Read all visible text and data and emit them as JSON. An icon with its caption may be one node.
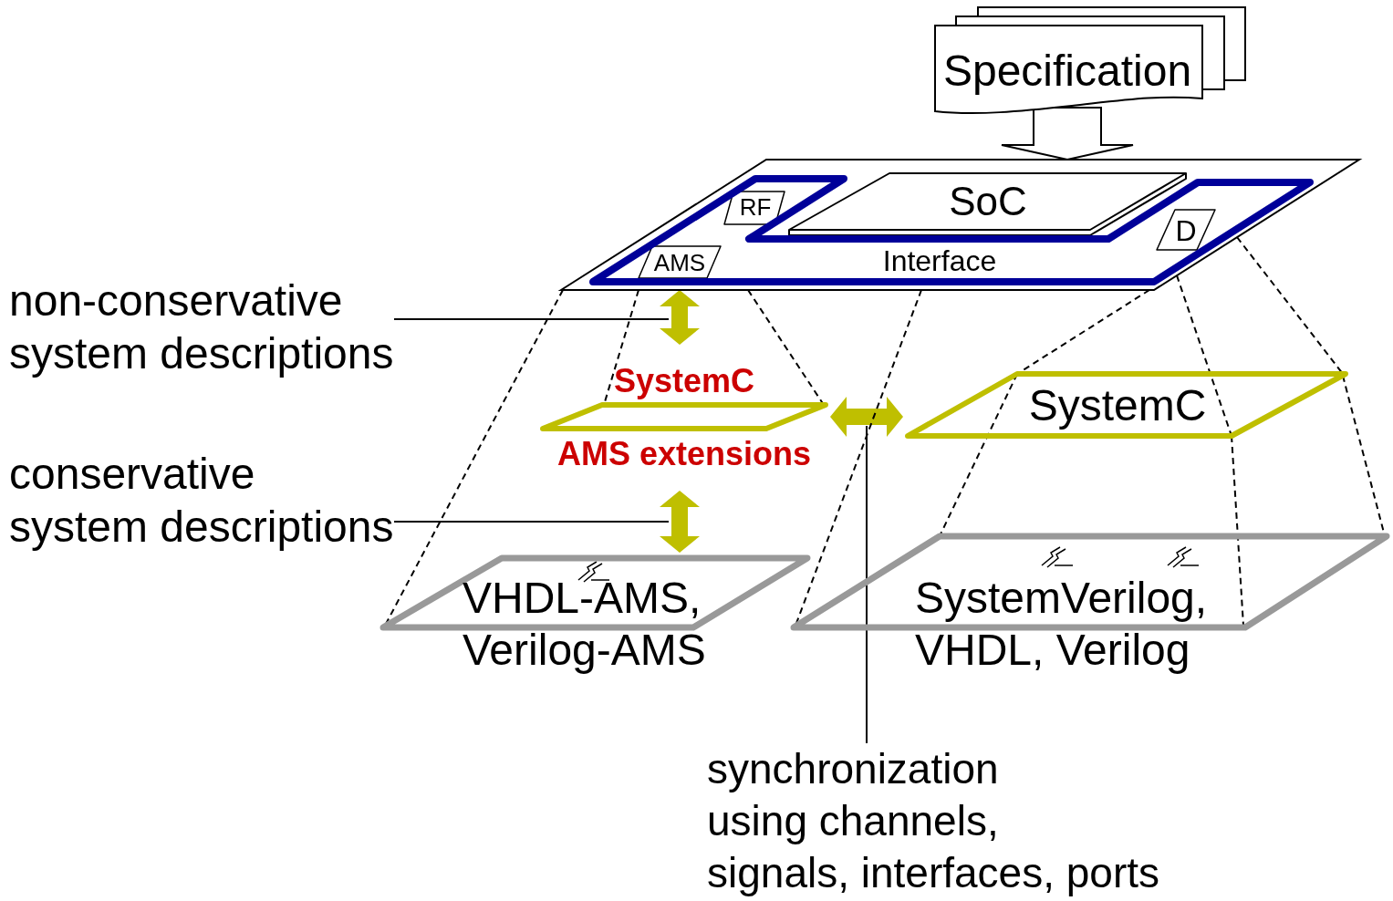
{
  "diagram": {
    "nodes": [
      {
        "text": [
          "Specification"
        ]
      },
      {
        "text": [],
        "shape": "parallelogram"
      },
      {
        "text": [
          "SoC"
        ],
        "in": 1
      },
      {
        "text": [
          "Interface"
        ],
        "in": 1
      },
      {
        "text": [
          "RF"
        ],
        "in": 3
      },
      {
        "text": [
          "AMS"
        ],
        "in": 3
      },
      {
        "text": [
          "D"
        ],
        "in": 3
      },
      {
        "text": [
          "SystemC AMS extensions"
        ]
      },
      {
        "text": [
          "SystemC"
        ]
      },
      {
        "text": [
          "VHDL-AMS, Verilog-AMS"
        ]
      },
      {
        "text": [
          "SystemVerilog, VHDL, Verilog"
        ]
      },
      {
        "text": [
          "non-conservative system descriptions"
        ]
      },
      {
        "text": [
          "conservative system descriptions"
        ]
      },
      {
        "text": [
          "synchronization using channels, signals, interfaces, ports"
        ]
      }
    ],
    "edges": [
      {
        "from": 0,
        "to": 1,
        "arrow": "to",
        "style": "thick"
      },
      {
        "from": 1,
        "to": 7,
        "arrow": "both",
        "style": "thick",
        "color": "#bfbf00"
      },
      {
        "from": 7,
        "to": 9,
        "arrow": "both",
        "style": "thick",
        "color": "#bfbf00"
      },
      {
        "from": 7,
        "to": 8,
        "arrow": "both",
        "style": "thick",
        "color": "#bfbf00"
      },
      {
        "from": 11,
        "to": null,
        "arrow": "none"
      },
      {
        "from": 12,
        "to": null,
        "arrow": "none"
      },
      {
        "from": 13,
        "to": null,
        "arrow": "none"
      },
      {
        "from": 1,
        "to": 9,
        "arrow": "none",
        "style": "dashed"
      },
      {
        "from": 1,
        "to": 7,
        "arrow": "none",
        "style": "dashed"
      },
      {
        "from": 1,
        "to": 7,
        "arrow": "none",
        "style": "dashed"
      },
      {
        "from": 1,
        "to": 10,
        "arrow": "none",
        "style": "dashed"
      },
      {
        "from": 1,
        "to": 8,
        "arrow": "none",
        "style": "dashed"
      },
      {
        "from": 8,
        "to": 10,
        "arrow": "none",
        "style": "dashed"
      },
      {
        "from": 1,
        "to": 8,
        "arrow": "none",
        "style": "dashed"
      },
      {
        "from": 8,
        "to": 10,
        "arrow": "none",
        "style": "dashed"
      },
      {
        "from": 1,
        "to": 8,
        "arrow": "none",
        "style": "dashed"
      },
      {
        "from": 8,
        "to": 10,
        "arrow": "none",
        "style": "dashed"
      }
    ]
  }
}
